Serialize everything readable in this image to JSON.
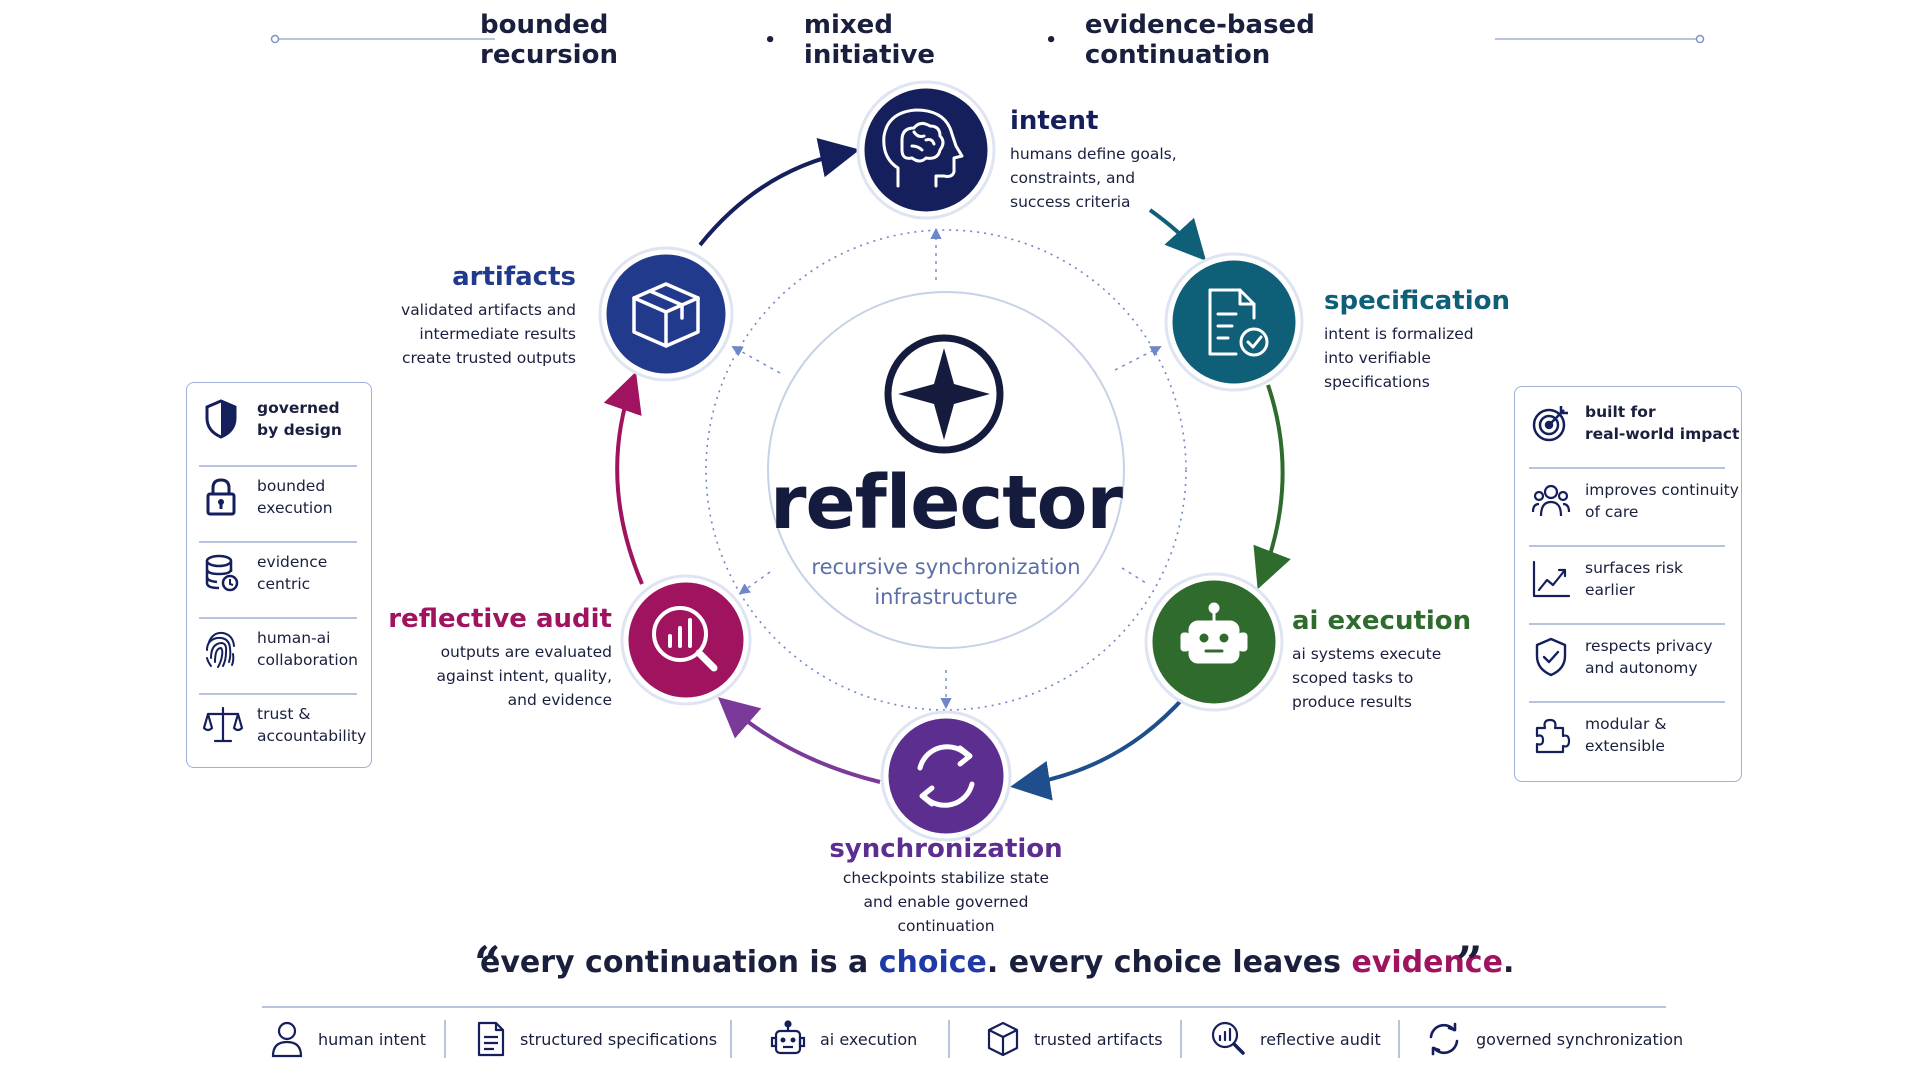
{
  "tagline": {
    "left": "bounded recursion",
    "middle": "mixed initiative",
    "right": "evidence-based continuation",
    "separator": "•"
  },
  "center": {
    "title": "reflector",
    "subtitle_line1": "recursive synchronization",
    "subtitle_line2": "infrastructure",
    "icon": "compass-star-icon"
  },
  "nodes": {
    "intent": {
      "title": "intent",
      "desc": [
        "humans define goals,",
        "constraints, and",
        "success criteria"
      ],
      "icon": "brain-head-icon",
      "color": "#151f5c"
    },
    "specification": {
      "title": "specification",
      "desc": [
        "intent is formalized",
        "into verifiable",
        "specifications"
      ],
      "icon": "document-check-icon",
      "color": "#0f5f78"
    },
    "ai_execution": {
      "title": "ai execution",
      "desc": [
        "ai systems execute",
        "scoped tasks to",
        "produce results"
      ],
      "icon": "robot-icon",
      "color": "#2f6b2c"
    },
    "synchronization": {
      "title": "synchronization",
      "desc": [
        "checkpoints stabilize state",
        "and enable governed",
        "continuation"
      ],
      "icon": "sync-icon",
      "color": "#5b2e8f"
    },
    "reflective_audit": {
      "title": "reflective audit",
      "desc": [
        "outputs are evaluated",
        "against intent, quality,",
        "and evidence"
      ],
      "icon": "magnifier-chart-icon",
      "color": "#a0135e"
    },
    "artifacts": {
      "title": "artifacts",
      "desc": [
        "validated artifacts and",
        "intermediate results",
        "create trusted outputs"
      ],
      "icon": "box-icon",
      "color": "#223a8c"
    }
  },
  "left_panel": [
    {
      "line1": "governed",
      "line2": "by design",
      "icon": "shield-icon"
    },
    {
      "line1": "bounded",
      "line2": "execution",
      "icon": "lock-icon"
    },
    {
      "line1": "evidence",
      "line2": "centric",
      "icon": "database-icon"
    },
    {
      "line1": "human-ai",
      "line2": "collaboration",
      "icon": "fingerprint-icon"
    },
    {
      "line1": "trust &",
      "line2": "accountability",
      "icon": "scales-icon"
    }
  ],
  "right_panel": [
    {
      "line1": "built for",
      "line2": "real-world impact",
      "icon": "target-icon"
    },
    {
      "line1": "improves continuity",
      "line2": "of care",
      "icon": "people-icon"
    },
    {
      "line1": "surfaces risk",
      "line2": "earlier",
      "icon": "trend-icon"
    },
    {
      "line1": "respects privacy",
      "line2": "and autonomy",
      "icon": "shield-check-icon"
    },
    {
      "line1": "modular &",
      "line2": "extensible",
      "icon": "puzzle-icon"
    }
  ],
  "quote": {
    "open": "“",
    "part1": "every continuation is a ",
    "highlight1": "choice",
    "part2": ". every choice leaves ",
    "highlight2": "evidence",
    "part3": ".",
    "close": "”"
  },
  "bottom_bar": [
    {
      "label": "human intent",
      "icon": "person-icon"
    },
    {
      "label": "structured specifications",
      "icon": "document-icon"
    },
    {
      "label": "ai execution",
      "icon": "robot-icon"
    },
    {
      "label": "trusted artifacts",
      "icon": "box-icon"
    },
    {
      "label": "reflective audit",
      "icon": "magnifier-chart-icon"
    },
    {
      "label": "governed synchronization",
      "icon": "sync-icon"
    }
  ],
  "colors": {
    "navy": "#151f5c",
    "teal": "#0f5f78",
    "green": "#2f6b2c",
    "purple": "#5b2e8f",
    "magenta": "#a0135e",
    "blue": "#223a8c",
    "highlight_choice": "#1f3aa8",
    "highlight_evidence": "#a0135e"
  }
}
